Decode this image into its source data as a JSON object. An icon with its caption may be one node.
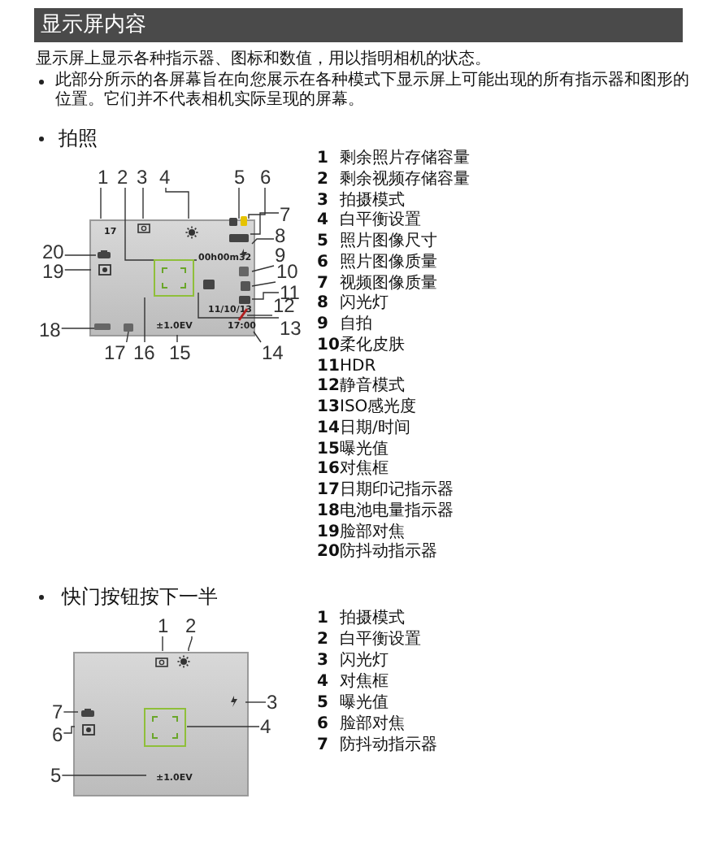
{
  "diagram": {
    "title": "显示屏内容",
    "nodes": [
      {
        "text": [
          "17",
          "00h00m32",
          "±1.0EV",
          "11/10/13",
          "17:00"
        ]
      },
      {
        "text": [
          "1"
        ]
      },
      {
        "text": [
          "2"
        ]
      },
      {
        "text": [
          "3"
        ]
      },
      {
        "text": [
          "4"
        ]
      },
      {
        "text": [
          "5"
        ]
      },
      {
        "text": [
          "6"
        ]
      },
      {
        "text": [
          "7"
        ]
      },
      {
        "text": [
          "8"
        ]
      },
      {
        "text": [
          "9"
        ]
      },
      {
        "text": [
          "10"
        ]
      },
      {
        "text": [
          "11"
        ]
      },
      {
        "text": [
          "12"
        ]
      },
      {
        "text": [
          "13"
        ]
      },
      {
        "text": [
          "14"
        ]
      },
      {
        "text": [
          "15"
        ]
      },
      {
        "text": [
          "16"
        ]
      },
      {
        "text": [
          "17"
        ]
      },
      {
        "text": [
          "18"
        ]
      },
      {
        "text": [
          "19"
        ]
      },
      {
        "text": [
          "20"
        ]
      },
      {
        "text": [
          "±1.0EV"
        ]
      },
      {
        "text": [
          "1"
        ]
      },
      {
        "text": [
          "2"
        ]
      },
      {
        "text": [
          "3"
        ]
      },
      {
        "text": [
          "4"
        ]
      },
      {
        "text": [
          "5"
        ]
      },
      {
        "text": [
          "6"
        ]
      },
      {
        "text": [
          "7"
        ]
      }
    ],
    "edges": [
      {
        "from": 1,
        "to": 0,
        "arrow": "none"
      },
      {
        "from": 2,
        "to": 0,
        "arrow": "none"
      },
      {
        "from": 3,
        "to": 0,
        "arrow": "none"
      },
      {
        "from": 4,
        "to": 0,
        "arrow": "none"
      },
      {
        "from": 5,
        "to": 0,
        "arrow": "none"
      },
      {
        "from": 6,
        "to": 0,
        "arrow": "none"
      },
      {
        "from": 7,
        "to": 0,
        "arrow": "none"
      },
      {
        "from": 8,
        "to": 0,
        "arrow": "none"
      },
      {
        "from": 9,
        "to": 0,
        "arrow": "none"
      },
      {
        "from": 10,
        "to": 0,
        "arrow": "none"
      },
      {
        "from": 11,
        "to": 0,
        "arrow": "none"
      },
      {
        "from": 12,
        "to": 0,
        "arrow": "none"
      },
      {
        "from": 13,
        "to": 0,
        "arrow": "none"
      },
      {
        "from": 14,
        "to": 0,
        "arrow": "none"
      },
      {
        "from": 15,
        "to": 0,
        "arrow": "none"
      },
      {
        "from": 16,
        "to": 0,
        "arrow": "none"
      },
      {
        "from": 17,
        "to": 0,
        "arrow": "none"
      },
      {
        "from": 18,
        "to": 0,
        "arrow": "none"
      },
      {
        "from": 19,
        "to": 0,
        "arrow": "none"
      },
      {
        "from": 20,
        "to": 0,
        "arrow": "none"
      },
      {
        "from": 22,
        "to": 21,
        "arrow": "none"
      },
      {
        "from": 23,
        "to": 21,
        "arrow": "none"
      },
      {
        "from": 24,
        "to": 21,
        "arrow": "none"
      },
      {
        "from": 25,
        "to": 21,
        "arrow": "none"
      },
      {
        "from": 26,
        "to": 21,
        "arrow": "none"
      },
      {
        "from": 27,
        "to": 21,
        "arrow": "none"
      },
      {
        "from": 28,
        "to": 21,
        "arrow": "none"
      }
    ],
    "labels": [
      "显示屏上显示各种指示器、图标和数值，用以指明相机的状态。",
      "此部分所示的各屏幕旨在向您展示在各种模式下显示屏上可能出现的所有指示器和图形的位置。它们并不代表相机实际呈现的屏幕。",
      "拍照",
      "1",
      "剩余照片存储容量",
      "2",
      "剩余视频存储容量",
      "3",
      "拍摄模式",
      "4",
      "白平衡设置",
      "5",
      "照片图像尺寸",
      "6",
      "照片图像质量",
      "7",
      "视频图像质量",
      "8",
      "闪光灯",
      "9",
      "自拍",
      "10",
      "柔化皮肤",
      "11",
      "HDR",
      "12",
      "静音模式",
      "13",
      "ISO感光度",
      "14",
      "日期/时间",
      "15",
      "曝光值",
      "16",
      "对焦框",
      "17",
      "日期印记指示器",
      "18",
      "电池电量指示器",
      "19",
      "脸部对焦",
      "20",
      "防抖动指示器",
      "快门按钮按下一半",
      "1",
      "拍摄模式",
      "2",
      "白平衡设置",
      "3",
      "闪光灯",
      "4",
      "对焦框",
      "5",
      "曝光值",
      "6",
      "脸部对焦",
      "7",
      "防抖动指示器"
    ]
  }
}
